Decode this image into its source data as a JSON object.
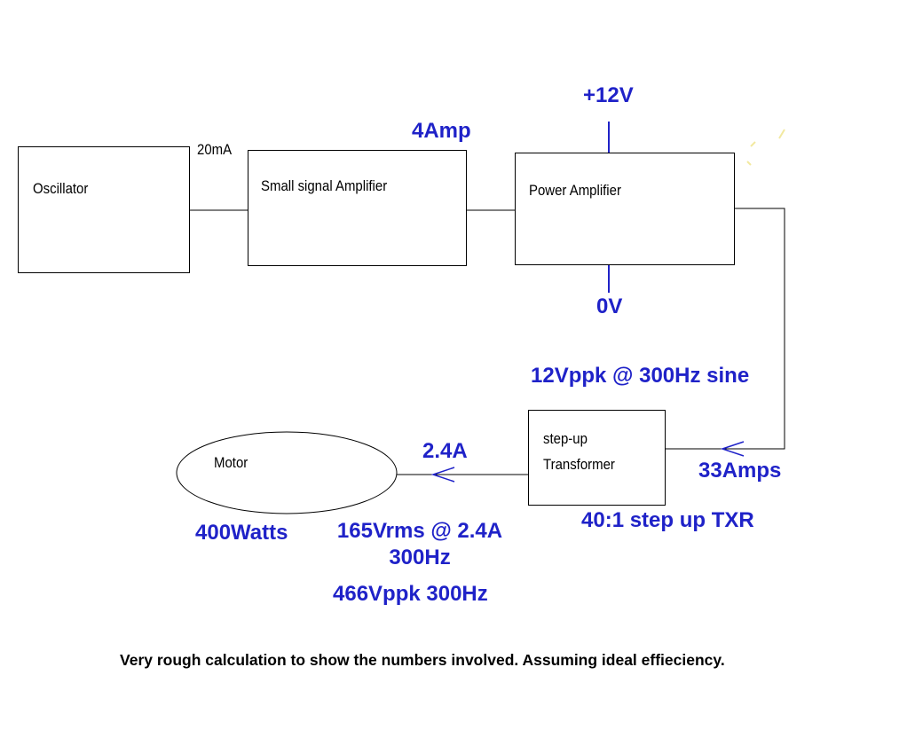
{
  "blocks": {
    "oscillator": "Oscillator",
    "small_amp": "Small signal Amplifier",
    "power_amp": "Power Amplifier",
    "transformer_line1": "step-up",
    "transformer_line2": "Transformer",
    "motor": "Motor"
  },
  "labels": {
    "current_20ma": "20mA",
    "current_4amp": "4Amp",
    "supply_pos": "+12V",
    "supply_zero": "0V",
    "signal": "12Vppk @ 300Hz sine",
    "current_33amps": "33Amps",
    "txr_ratio": "40:1 step up TXR",
    "current_2_4a": "2.4A",
    "power": "400Watts",
    "vrms_line1": "165Vrms @ 2.4A",
    "vrms_line2": "300Hz",
    "vppk": "466Vppk 300Hz"
  },
  "footnote": "Very rough calculation to show the numbers involved. Assuming ideal effieciency.",
  "colors": {
    "annotation": "#1f22c8",
    "line": "#000000",
    "arrow": "#1f22c8"
  }
}
